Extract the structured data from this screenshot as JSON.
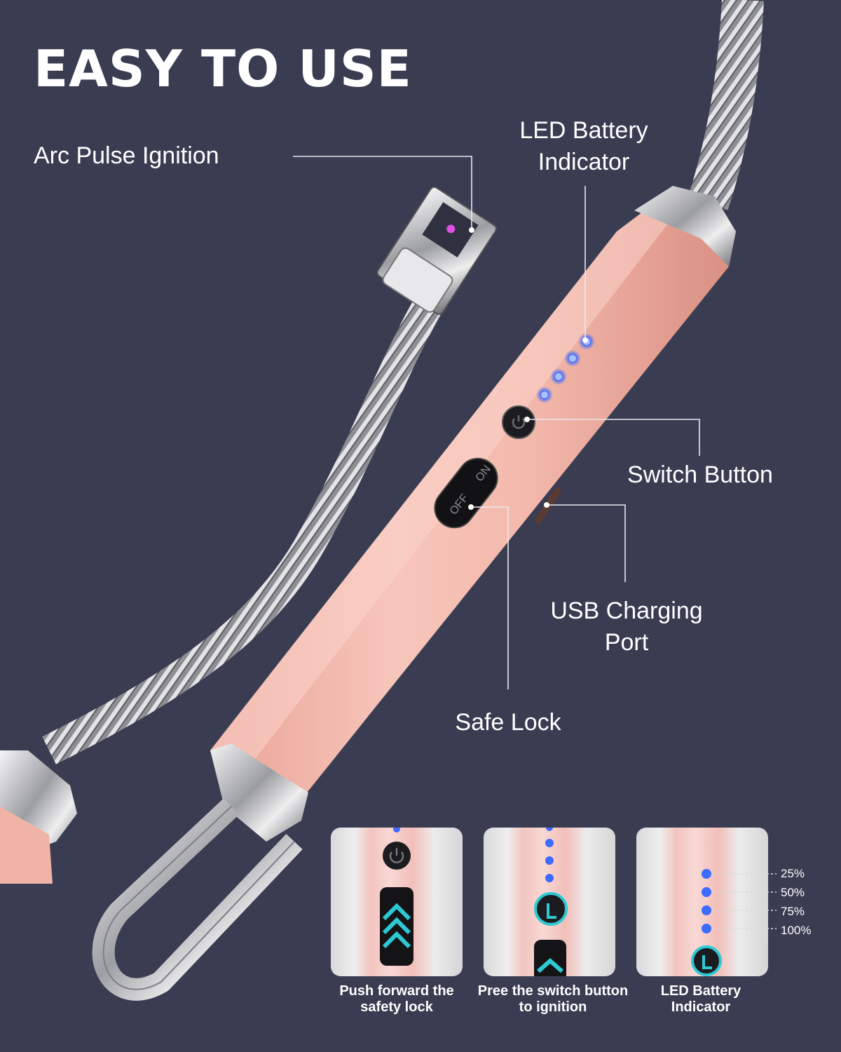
{
  "title": "EASY TO USE",
  "callouts": {
    "arc_pulse": "Arc Pulse Ignition",
    "led_line1": "LED Battery",
    "led_line2": "Indicator",
    "switch_button": "Switch Button",
    "usb_line1": "USB Charging",
    "usb_line2": "Port",
    "safe_lock": "Safe Lock"
  },
  "slider_text": {
    "on": "ON",
    "off": "OFF"
  },
  "steps": [
    {
      "line1": "Push forward the",
      "line2": "safety lock"
    },
    {
      "line1": "Pree the switch button",
      "line2": "to ignition"
    },
    {
      "line1": "LED Battery",
      "line2": "Indicator"
    }
  ],
  "battery_levels": [
    "25%",
    "50%",
    "75%",
    "100%"
  ],
  "colors": {
    "background": "#3a3d52",
    "body_pink": "#f2b8ab",
    "led_blue": "#3d6bff",
    "chrome": "#c9c9cc"
  },
  "icons": [
    "power-icon",
    "tap-hand-icon",
    "chevron-up-icon"
  ]
}
